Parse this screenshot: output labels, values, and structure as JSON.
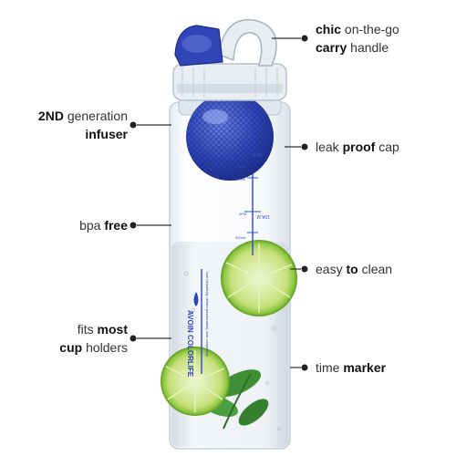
{
  "callouts": {
    "carry_handle": {
      "line1_bold": "chic",
      "line1_rest": " on-the-go",
      "line2_bold": "carry",
      "line2_rest": " handle"
    },
    "infuser": {
      "line1_bold": "2ND",
      "line1_rest": " generation",
      "line2_bold": "infuser",
      "line2_rest": ""
    },
    "leak_proof": {
      "part1": "leak ",
      "bold": "proof",
      "part2": " cap"
    },
    "bpa_free": {
      "part1": "bpa ",
      "bold": "free"
    },
    "easy_clean": {
      "part1": "easy ",
      "bold": "to",
      "part2": " clean"
    },
    "cup_holders": {
      "line1_part1": "fits ",
      "line1_bold": "most",
      "line2_bold": "cup",
      "line2_rest": " holders"
    },
    "time_marker": {
      "part1": "time ",
      "bold": "marker"
    }
  },
  "bottle": {
    "brand": "AVOIN COLORLIFE",
    "slogan": "Live beautifully, dream passionately, love completely.",
    "marker_times": [
      "9A.M.",
      "10A.M."
    ],
    "marker_ml": [
      "700ml",
      "600ml",
      "3PM",
      "500ml"
    ]
  },
  "colors": {
    "cap_blue": "#2f45b8",
    "lime_green": "#8cc63f",
    "text_dark": "#222222"
  }
}
